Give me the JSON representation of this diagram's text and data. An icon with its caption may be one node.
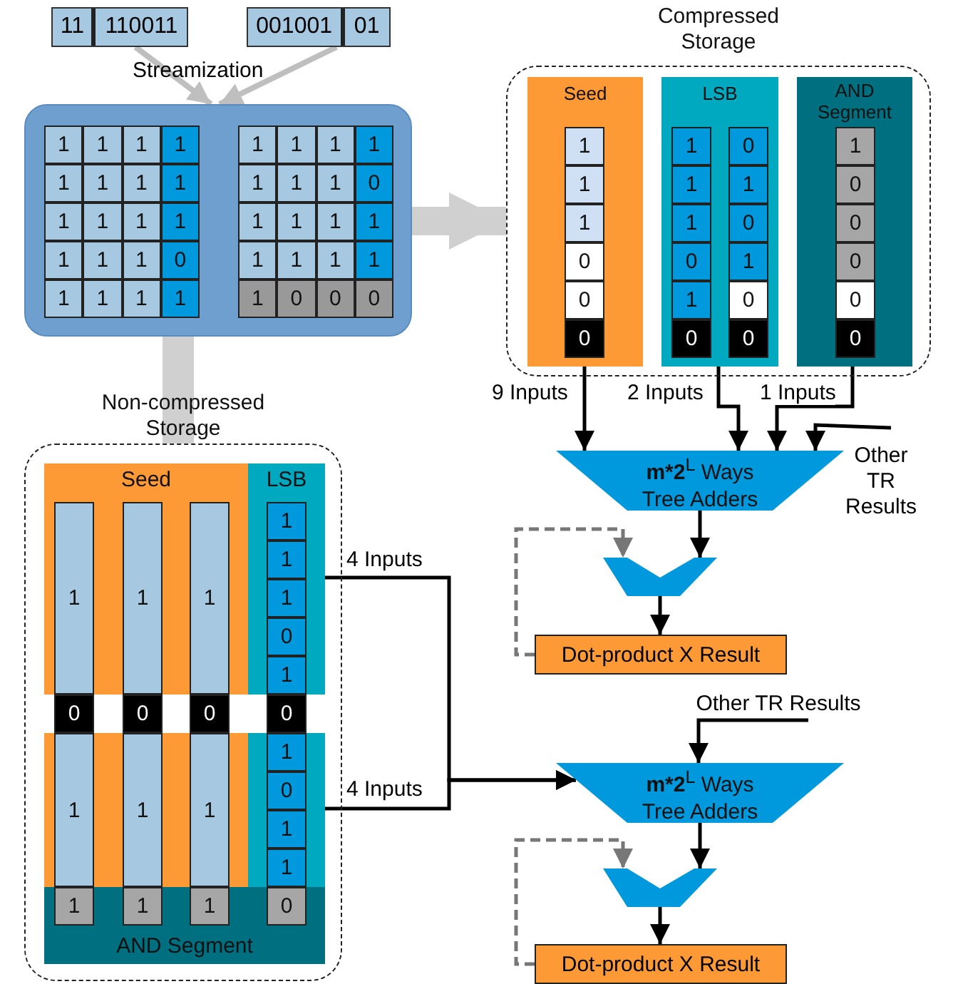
{
  "diagram": {
    "nodes": [
      {
        "text": [
          "11",
          "110011"
        ]
      },
      {
        "text": [
          "001001",
          "01"
        ]
      },
      {
        "text": [],
        "shape": "box"
      },
      {
        "text": [
          "Compressed Storage"
        ]
      },
      {
        "text": [
          "Seed"
        ],
        "in": 3
      },
      {
        "text": [
          "LSB"
        ],
        "in": 3
      },
      {
        "text": [
          "AND Segment"
        ],
        "in": 3
      },
      {
        "text": [
          "Non-compressed Storage"
        ]
      },
      {
        "text": [
          "Seed"
        ],
        "in": 7
      },
      {
        "text": [
          "LSB"
        ],
        "in": 7
      },
      {
        "text": [],
        "shape": "box",
        "in": 7
      },
      {
        "text": [],
        "shape": "box",
        "in": 7
      },
      {
        "text": [
          "AND Segment"
        ],
        "in": 7
      },
      {
        "text": [
          "**m*2**$^{L}$ Ways Tree Adders"
        ]
      },
      {
        "text": [],
        "shape": "trapezoid"
      },
      {
        "text": [
          "Dot-product X Result"
        ]
      },
      {
        "text": [
          "Other TR Results"
        ]
      },
      {
        "text": [
          "**m*2**$^{L}$ Ways Tree Adders"
        ]
      },
      {
        "text": [],
        "shape": "trapezoid"
      },
      {
        "text": [
          "Dot-product X Result"
        ]
      },
      {
        "text": [
          "Other TR Results"
        ]
      }
    ],
    "edges": [
      {
        "from": 0,
        "to": 2,
        "arrow": "to",
        "color": "#bfbfbf"
      },
      {
        "from": 1,
        "to": 2,
        "arrow": "to",
        "color": "#bfbfbf"
      },
      {
        "from": 2,
        "to": 3,
        "arrow": "to",
        "style": "thick",
        "color": "#d0d0d0"
      },
      {
        "from": 2,
        "to": 7,
        "arrow": "none",
        "style": "thick",
        "color": "#d0d0d0"
      },
      {
        "from": 4,
        "to": 13,
        "arrow": "to",
        "label": "9 Inputs"
      },
      {
        "from": 5,
        "to": 13,
        "arrow": "to",
        "label": "2 Inputs"
      },
      {
        "from": 6,
        "to": 13,
        "arrow": "to",
        "label": "1 Inputs"
      },
      {
        "from": 16,
        "to": 13,
        "arrow": "to"
      },
      {
        "from": 13,
        "to": 14,
        "arrow": "to"
      },
      {
        "from": 15,
        "to": 14,
        "arrow": "to",
        "style": "dashed",
        "color": "#777777"
      },
      {
        "from": 14,
        "to": 15,
        "arrow": "to"
      },
      {
        "from": 9,
        "to": 17,
        "arrow": "to",
        "label": "4 Inputs"
      },
      {
        "from": 11,
        "to": 17,
        "arrow": "to",
        "label": "4 Inputs"
      },
      {
        "from": 20,
        "to": 17,
        "arrow": "to"
      },
      {
        "from": 17,
        "to": 18,
        "arrow": "to"
      },
      {
        "from": 19,
        "to": 18,
        "arrow": "to",
        "style": "dashed",
        "color": "#777777"
      },
      {
        "from": 18,
        "to": 19,
        "arrow": "to"
      }
    ],
    "labels": [
      "Streamization",
      "1",
      "1",
      "1",
      "1",
      "1",
      "1",
      "1",
      "1",
      "1",
      "1",
      "1",
      "1",
      "1",
      "1",
      "1",
      "0",
      "1",
      "1",
      "1",
      "1",
      "1",
      "1",
      "1",
      "1",
      "1",
      "1",
      "1",
      "0",
      "1",
      "1",
      "1",
      "1",
      "1",
      "1",
      "1",
      "1",
      "1",
      "0",
      "0",
      "0",
      "1",
      "1",
      "1",
      "0",
      "0",
      "0",
      "1",
      "1",
      "1",
      "0",
      "1",
      "0",
      "0",
      "1",
      "0",
      "1",
      "0",
      "0",
      "1",
      "0",
      "0",
      "0",
      "0",
      "0",
      "1",
      "1",
      "1",
      "1",
      "1",
      "1",
      "0",
      "1",
      "0",
      "0",
      "0",
      "0",
      "1",
      "1",
      "1",
      "1",
      "0",
      "1",
      "1",
      "1",
      "1",
      "1",
      "0"
    ]
  }
}
